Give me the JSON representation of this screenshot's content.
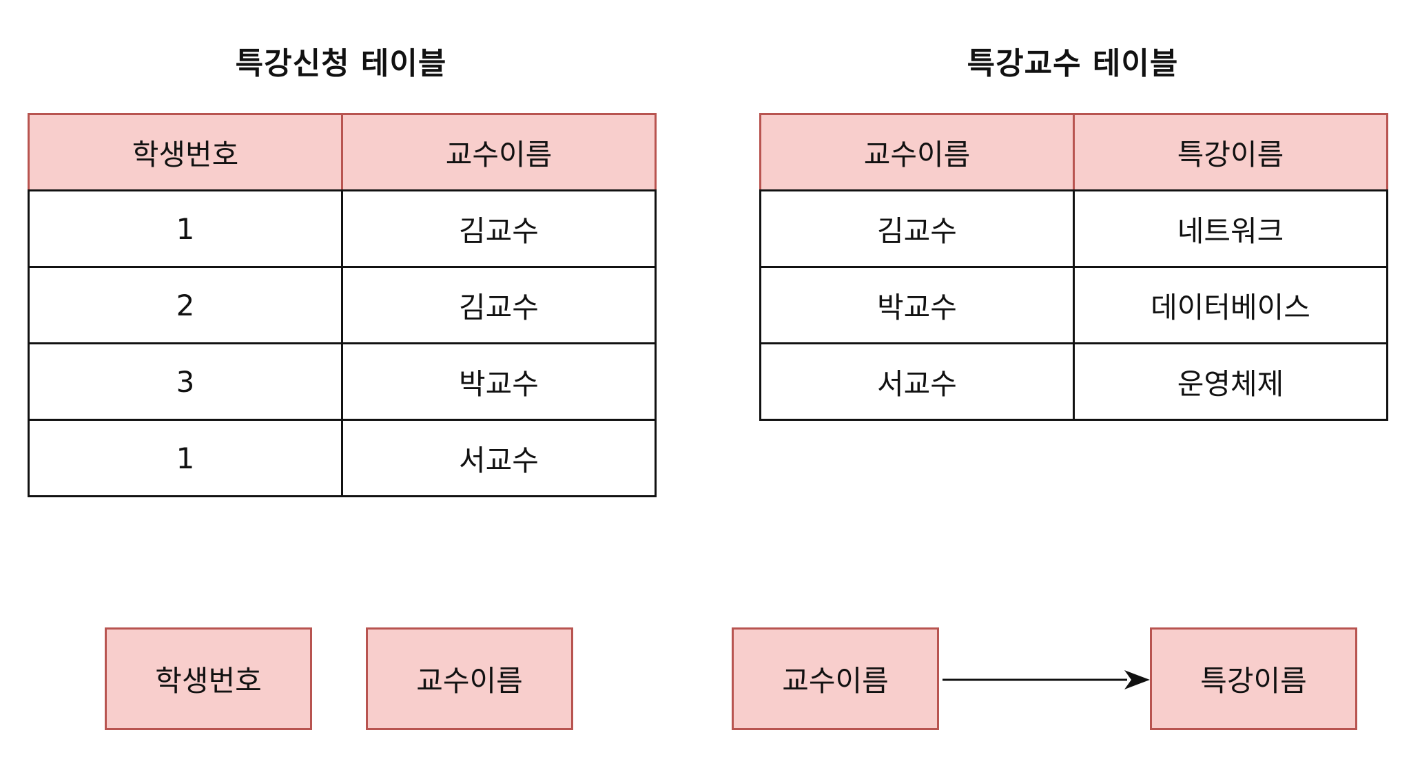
{
  "left": {
    "title": "특강신청 테이블",
    "headers": [
      "학생번호",
      "교수이름"
    ],
    "rows": [
      [
        "1",
        "김교수"
      ],
      [
        "2",
        "김교수"
      ],
      [
        "3",
        "박교수"
      ],
      [
        "1",
        "서교수"
      ]
    ]
  },
  "right": {
    "title": "특강교수 테이블",
    "headers": [
      "교수이름",
      "특강이름"
    ],
    "rows": [
      [
        "김교수",
        "네트워크"
      ],
      [
        "박교수",
        "데이터베이스"
      ],
      [
        "서교수",
        "운영체제"
      ]
    ]
  },
  "dependency": {
    "boxes": [
      "학생번호",
      "교수이름",
      "교수이름",
      "특강이름"
    ]
  },
  "colors": {
    "header_fill": "#f8cecc",
    "header_stroke": "#b85450",
    "line": "#111111"
  }
}
